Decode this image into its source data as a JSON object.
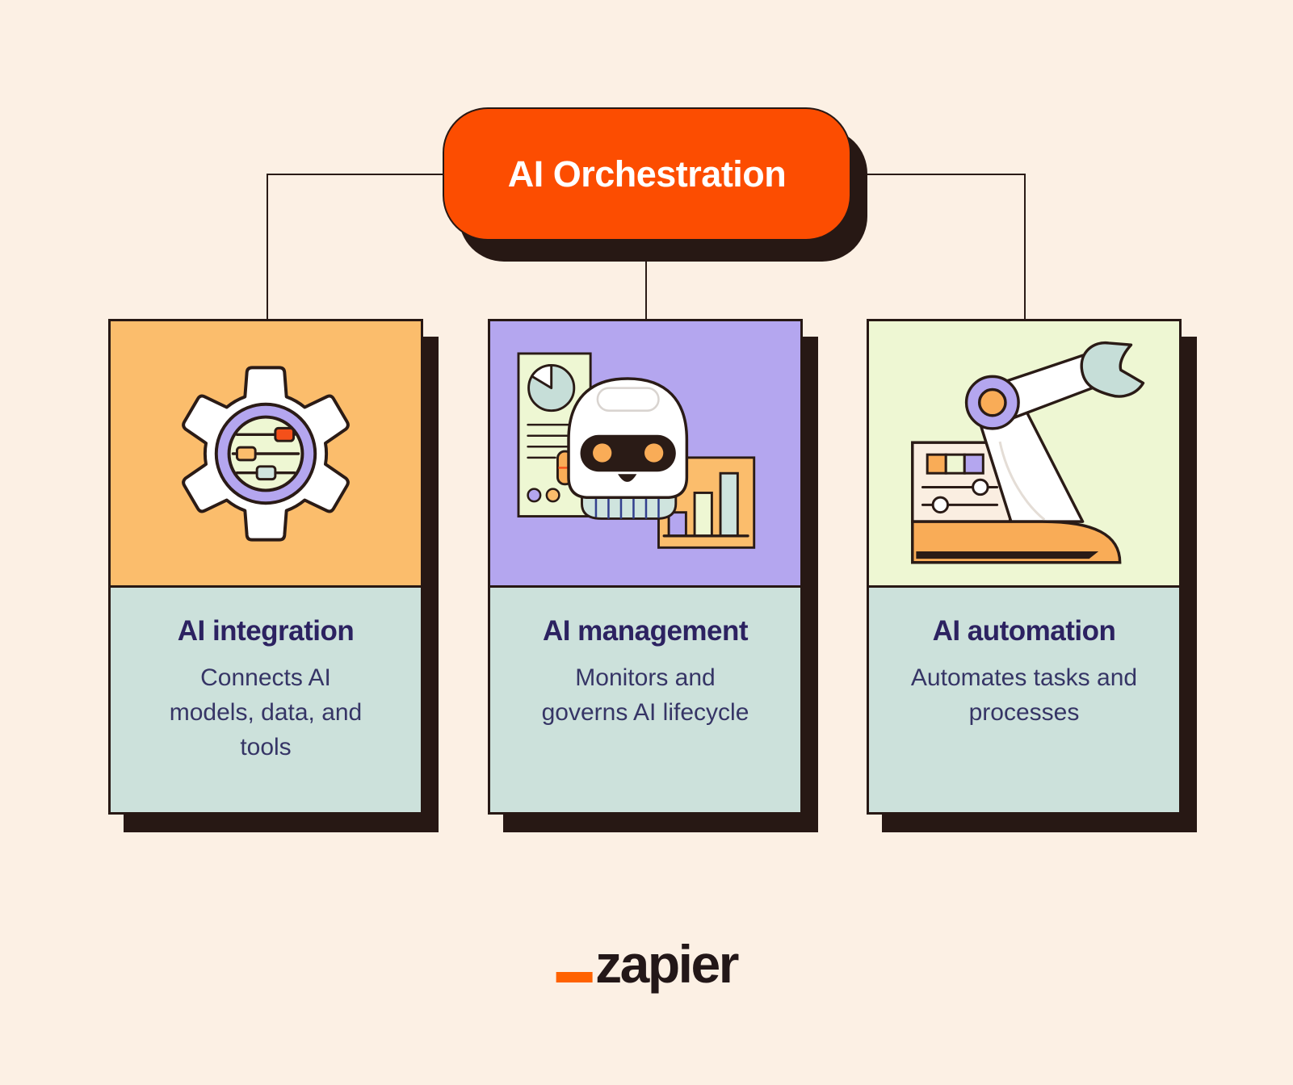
{
  "root_node": {
    "label": "AI Orchestration"
  },
  "cards": [
    {
      "title": "AI integration",
      "description": "Connects AI models, data, and tools",
      "icon": "gear-sliders-icon"
    },
    {
      "title": "AI management",
      "description": "Monitors and governs AI lifecycle",
      "icon": "robot-analytics-icon"
    },
    {
      "title": "AI automation",
      "description": "Automates tasks and processes",
      "icon": "robotic-arm-icon"
    }
  ],
  "footer": {
    "brand": "zapier"
  },
  "colors": {
    "background": "#FCF0E4",
    "accent_orange": "#FC4D01",
    "shadow_dark": "#271814",
    "outline_dark": "#2A1B16",
    "card_orange": "#FBBD6C",
    "card_purple": "#B4A6EF",
    "card_green": "#EEF7D3",
    "text_panel_teal": "#CCE1DB",
    "icon_teal": "#C6DED8",
    "icon_orange": "#F9AC57",
    "knob_red": "#F4501A",
    "title_navy": "#2C2261",
    "body_navy": "#363566",
    "logo_text": "#231718",
    "logo_underscore": "#FF6200"
  }
}
